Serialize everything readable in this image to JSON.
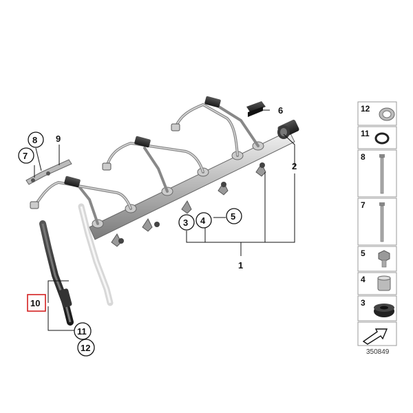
{
  "callouts": {
    "c1": "1",
    "c2": "2",
    "c3": "3",
    "c4": "4",
    "c5": "5",
    "c6": "6",
    "c7": "7",
    "c8": "8",
    "c9": "9",
    "c10": "10",
    "c11": "11",
    "c12": "12"
  },
  "side_panel": {
    "items": [
      {
        "number": "12",
        "icon": "seal-ring-icon"
      },
      {
        "number": "11",
        "icon": "o-ring-icon"
      },
      {
        "number": "8",
        "icon": "long-stud-icon"
      },
      {
        "number": "7",
        "icon": "short-stud-icon"
      },
      {
        "number": "5",
        "icon": "hex-bolt-icon"
      },
      {
        "number": "4",
        "icon": "sleeve-icon"
      },
      {
        "number": "3",
        "icon": "rubber-grommet-icon"
      },
      {
        "number": "",
        "icon": "arrow-icon"
      }
    ]
  },
  "diagram_code": "350849",
  "colors": {
    "highlight": "#d42020",
    "line": "#111111",
    "part": "#bdbdbd"
  }
}
